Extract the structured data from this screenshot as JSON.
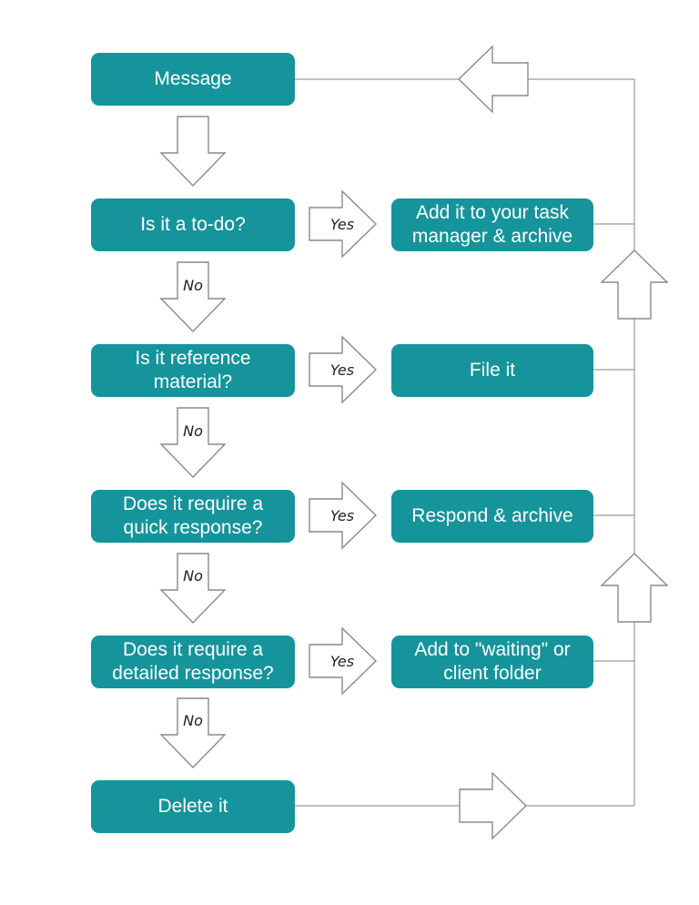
{
  "colors": {
    "box_fill": "#15949b",
    "box_text": "#ffffff",
    "arrow_stroke": "#8a8a8a",
    "line": "#9a9a9a"
  },
  "nodes": {
    "message": "Message",
    "q_todo": "Is it a to-do?",
    "q_reference": "Is it reference\nmaterial?",
    "q_quick": "Does it require a\nquick response?",
    "q_detailed": "Does it require a\ndetailed response?",
    "delete": "Delete it",
    "a_task": "Add it to your task\nmanager & archive",
    "a_file": "File it",
    "a_respond": "Respond & archive",
    "a_waiting": "Add to \"waiting\" or\nclient folder"
  },
  "labels": {
    "yes": "Yes",
    "no": "No"
  }
}
